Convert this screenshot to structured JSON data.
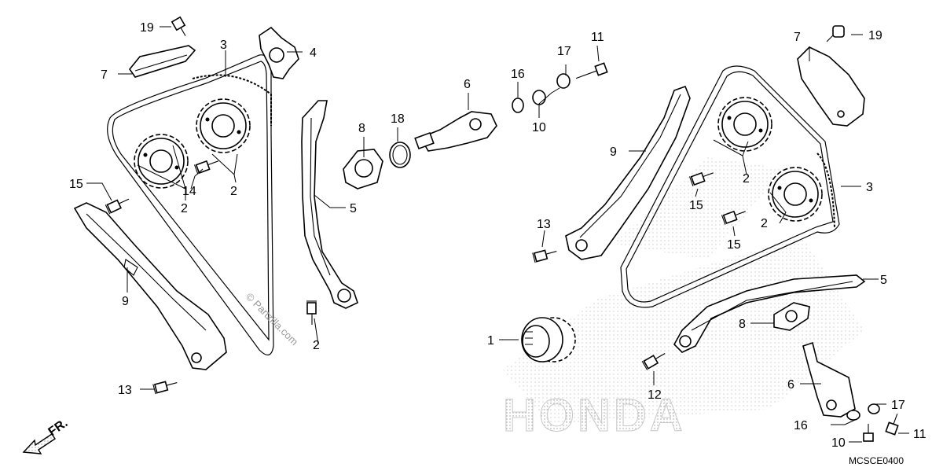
{
  "diagram": {
    "code": "MCSCE0400",
    "direction_label": "FR.",
    "watermark": "© Partzilla.com",
    "brand_logo_text": "HONDA",
    "callouts": {
      "c19a": "19",
      "c7a": "7",
      "c3a": "3",
      "c4": "4",
      "c15a": "15",
      "c14": "14",
      "c2a": "2",
      "c2b": "2",
      "c9a": "9",
      "c13a": "13",
      "c2c": "2",
      "c5a": "5",
      "c8a": "8",
      "c18": "18",
      "c6a": "6",
      "c16a": "16",
      "c17a": "17",
      "c11a": "11",
      "c10a": "10",
      "c7b": "7",
      "c19b": "19",
      "c9b": "9",
      "c2d": "2",
      "c15b": "15",
      "c3b": "3",
      "c13b": "13",
      "c2e": "2",
      "c15c": "15",
      "c5b": "5",
      "c1": "1",
      "c8b": "8",
      "c12": "12",
      "c6b": "6",
      "c17b": "17",
      "c16b": "16",
      "c11b": "11",
      "c10b": "10"
    }
  }
}
